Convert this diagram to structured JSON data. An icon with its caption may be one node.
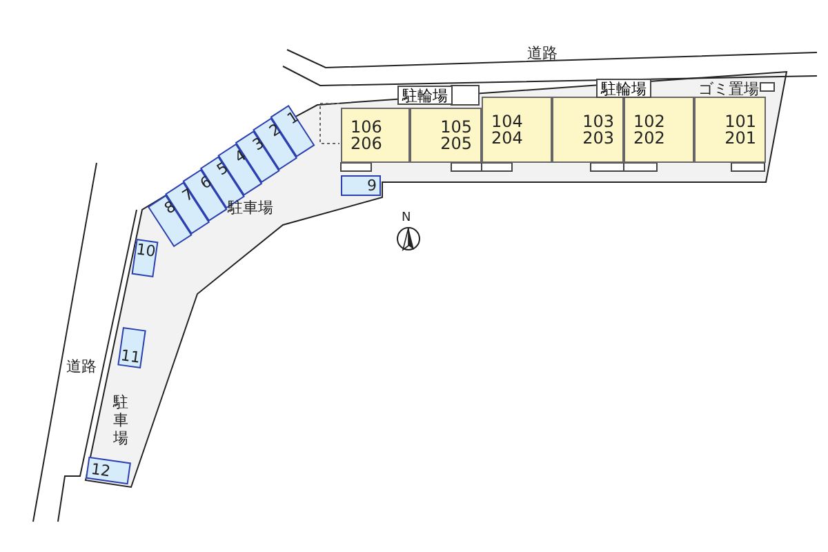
{
  "diagram": {
    "nodes": [
      {
        "text": [
          "106",
          "206"
        ]
      },
      {
        "text": [
          "105",
          "205"
        ]
      },
      {
        "text": [
          "104",
          "204"
        ]
      },
      {
        "text": [
          "103",
          "203"
        ]
      },
      {
        "text": [
          "102",
          "202"
        ]
      },
      {
        "text": [
          "101",
          "201"
        ]
      },
      {
        "text": [
          "駐輪場"
        ]
      },
      {
        "text": [
          "駐輪場"
        ]
      },
      {
        "text": [
          "1"
        ]
      },
      {
        "text": [
          "2"
        ]
      },
      {
        "text": [
          "3"
        ]
      },
      {
        "text": [
          "4"
        ]
      },
      {
        "text": [
          "5"
        ]
      },
      {
        "text": [
          "6"
        ]
      },
      {
        "text": [
          "7"
        ]
      },
      {
        "text": [
          "8"
        ]
      },
      {
        "text": [
          "9"
        ]
      },
      {
        "text": [
          "10"
        ]
      },
      {
        "text": [
          "11"
        ]
      },
      {
        "text": [
          "12"
        ]
      }
    ],
    "labels": [
      "道路",
      "ゴミ置場",
      "駐車場",
      "N",
      "道路",
      "駐車場"
    ]
  }
}
